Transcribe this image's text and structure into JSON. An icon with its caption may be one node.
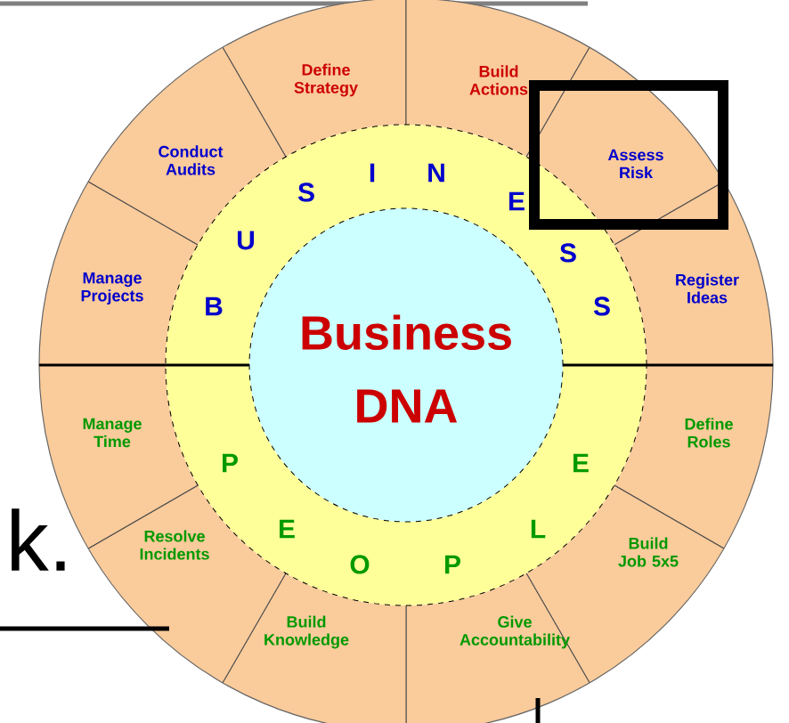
{
  "diagram": {
    "nodes": [
      {
        "text": [
          "Define Strategy"
        ]
      },
      {
        "text": [
          "Build Actions"
        ]
      },
      {
        "text": [
          "Assess Risk"
        ]
      },
      {
        "text": [
          "Register Ideas"
        ]
      },
      {
        "text": [
          "Define Roles"
        ]
      },
      {
        "text": [
          "Build Job 5x5"
        ]
      },
      {
        "text": [
          "Give Accountability"
        ]
      },
      {
        "text": [
          "Build Knowledge"
        ]
      },
      {
        "text": [
          "Resolve Incidents"
        ]
      },
      {
        "text": [
          "Manage Time"
        ]
      },
      {
        "text": [
          "Manage Projects"
        ]
      },
      {
        "text": [
          "Conduct Audits"
        ]
      },
      {
        "text": [
          "Business DNA"
        ]
      }
    ],
    "edges": [],
    "labels": [
      "B",
      "U",
      "S",
      "I",
      "N",
      "E",
      "S",
      "S",
      "P",
      "E",
      "O",
      "P",
      "L",
      "E",
      "k."
    ]
  }
}
